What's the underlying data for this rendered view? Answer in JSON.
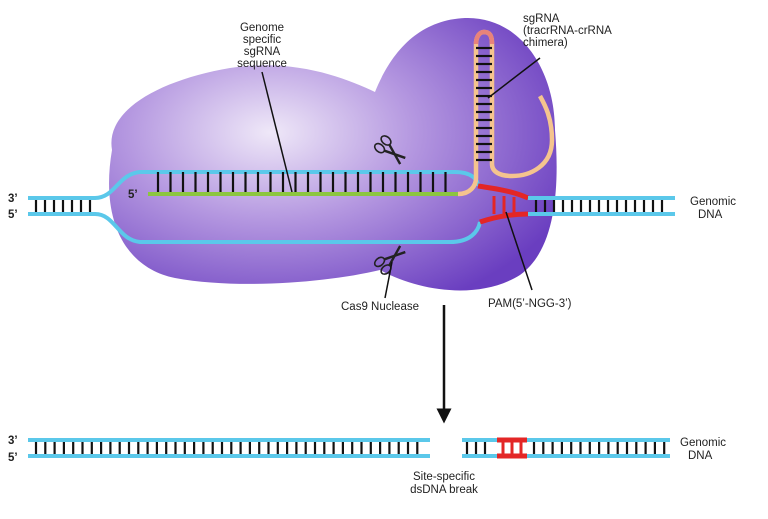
{
  "labels": {
    "sgrna_sequence": [
      "Genome",
      "specific",
      "sgRNA",
      "sequence"
    ],
    "sgrna_chimera": [
      "sgRNA",
      "(tracrRNA-crRNA",
      "chimera)"
    ],
    "genomic_dna_top": [
      "Genomic",
      "DNA"
    ],
    "genomic_dna_bottom": [
      "Genomic",
      "DNA"
    ],
    "cas9": "Cas9 Nuclease",
    "pam": "PAM(5’-NGG-3’)",
    "break": [
      "Site-specific",
      "dsDNA break"
    ],
    "end_3_top": "3’",
    "end_5_top": "5’",
    "end_5_guide": "5’",
    "end_3_bottom": "3’",
    "end_5_bottom": "5’"
  },
  "colors": {
    "dna_strand": "#5bc8ea",
    "guide_rna": "#8cc63f",
    "tracr_rna": "#f5c48e",
    "tracr_tip": "#e8837a",
    "pam": "#e32626",
    "cas9_light": "#e2d6f2",
    "cas9_dark": "#6a3ec0",
    "rungs": "#111111"
  },
  "icons": [
    "scissors-icon",
    "scissors-icon"
  ]
}
